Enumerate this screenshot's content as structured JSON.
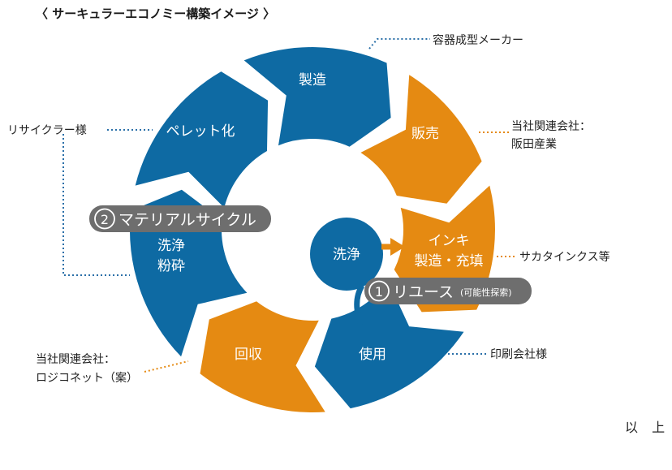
{
  "title": "〈 サーキュラーエコノミー構築イメージ 〉",
  "colors": {
    "blue": "#0e6aa3",
    "orange": "#e58a12",
    "dark_pill": "#6e6e6e",
    "dotted_blue": "#2a6fa8",
    "dotted_orange": "#e58a12"
  },
  "cycle": {
    "seg_manufacturing": "製造",
    "seg_sales": "販売",
    "seg_ink_line1": "インキ",
    "seg_ink_line2": "製造・充填",
    "seg_use": "使用",
    "seg_collection": "回収",
    "seg_washing_line1": "洗浄",
    "seg_washing_line2": "粉砕",
    "seg_pellet": "ペレット化",
    "center_wash": "洗浄"
  },
  "callouts": {
    "material_num": "2",
    "material_label": "マテリアルサイクル",
    "reuse_num": "1",
    "reuse_label": "リユース",
    "reuse_note": "(可能性探索)"
  },
  "annotations": {
    "container_maker": "容器成型メーカー",
    "affiliate_sales_1": "当社関連会社：",
    "affiliate_sales_2": "阪田産業",
    "sakata_inx": "サカタインクス等",
    "printing": "印刷会社様",
    "affiliate_logi_1": "当社関連会社：",
    "affiliate_logi_2": "ロジコネット（案）",
    "recycler": "リサイクラー様"
  },
  "closing": "以 上"
}
